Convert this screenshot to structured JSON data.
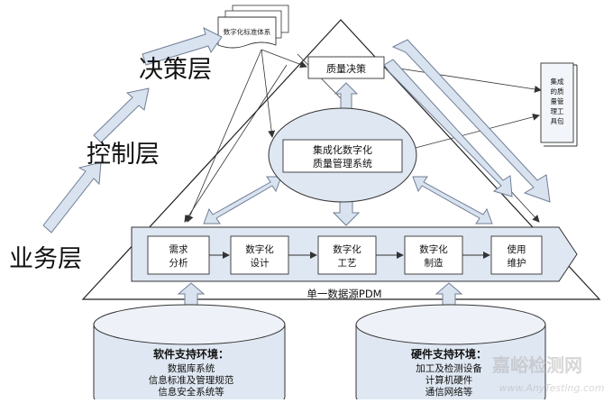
{
  "layers": {
    "decision": "决策层",
    "control": "控制层",
    "business": "业务层"
  },
  "doc_stack_label": "数字化标准体系",
  "quality_decision": "质量决策",
  "integrated_tools": [
    "集成",
    "的质",
    "量管",
    "理工",
    "具包"
  ],
  "center_system": [
    "集成化数字化",
    "质量管理系统"
  ],
  "process_steps": [
    {
      "line1": "需求",
      "line2": "分析"
    },
    {
      "line1": "数字化",
      "line2": "设计"
    },
    {
      "line1": "数字化",
      "line2": "工艺"
    },
    {
      "line1": "数字化",
      "line2": "制造"
    },
    {
      "line1": "使用",
      "line2": "维护"
    }
  ],
  "pdm_label": "单一数据源PDM",
  "software_env": {
    "title": "软件支持环境：",
    "items": [
      "数据库系统",
      "信息标准及管理规范",
      "信息安全系统等"
    ]
  },
  "hardware_env": {
    "title": "硬件支持环境：",
    "items": [
      "加工及检测设备",
      "计算机硬件",
      "通信网络等"
    ]
  },
  "watermark": {
    "cn": "嘉峪检测网",
    "en": "www.AnyTesting.com"
  },
  "colors": {
    "arrow_fill": "#d9e2ef",
    "arrow_stroke": "#6f7f96",
    "band_fill": "#dfe7f2",
    "line": "#222222"
  }
}
